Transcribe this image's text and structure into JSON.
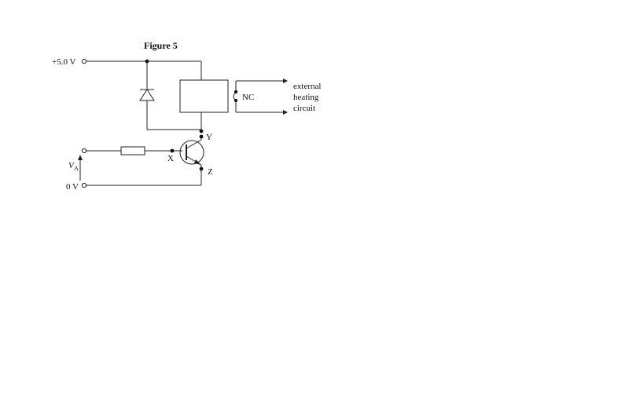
{
  "figure": {
    "title": "Figure 5"
  },
  "labels": {
    "supply": "+5.0 V",
    "ground": "0 V",
    "input_voltage": "V",
    "input_voltage_subscript": "A",
    "node_x": "X",
    "node_y": "Y",
    "node_z": "Z",
    "switch_nc": "NC",
    "external_line_1": "external",
    "external_line_2": "heating",
    "external_line_3": "circuit"
  },
  "colors": {
    "ink": "#222222",
    "background": "#ffffff"
  }
}
